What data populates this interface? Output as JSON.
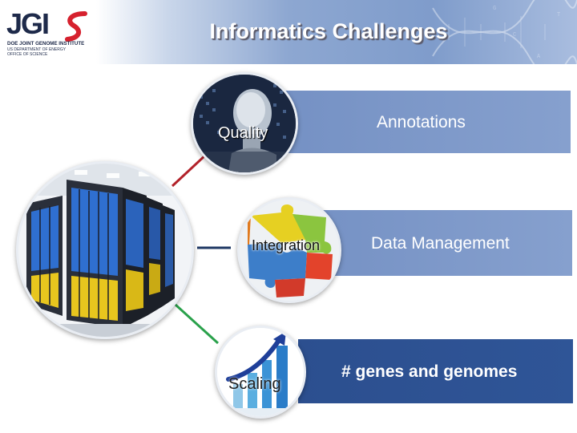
{
  "header": {
    "title": "Informatics Challenges",
    "logo": {
      "wordmark": "JGI",
      "line1": "DOE JOINT GENOME INSTITUTE",
      "line2": "US DEPARTMENT OF ENERGY",
      "line3": "OFFICE OF SCIENCE",
      "accent_color": "#d6212e"
    }
  },
  "circles": [
    {
      "label": "Quality",
      "image": "robotic-head-image"
    },
    {
      "label": "Integration",
      "image": "puzzle-pieces-image"
    },
    {
      "label": "Scaling",
      "image": "bar-chart-arrow-image"
    }
  ],
  "bars": [
    {
      "label": "Annotations"
    },
    {
      "label": "Data Management"
    },
    {
      "label": "# genes and genomes"
    }
  ],
  "colors": {
    "bar_light": "#7d98c9",
    "bar_dark": "#2f5597",
    "connector_red": "#b2222a",
    "connector_navy": "#1f3864",
    "connector_green": "#2aa14b"
  }
}
